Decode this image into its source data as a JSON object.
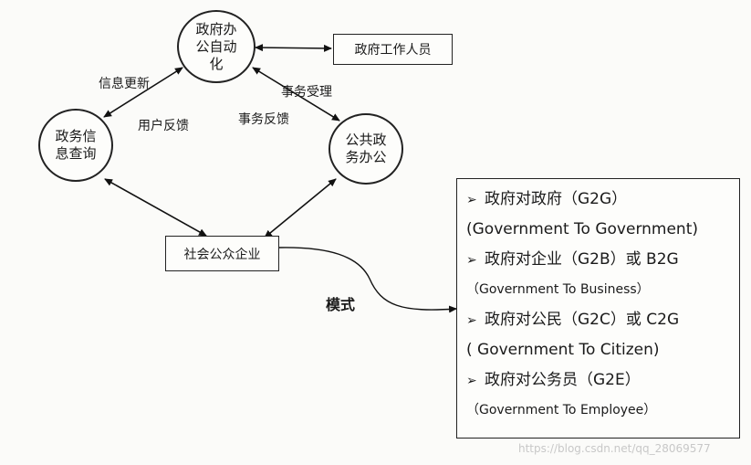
{
  "nodes": {
    "gov_office": "政府办\n公自动\n化",
    "gov_staff": "政府工作人员",
    "gov_info": "政务信\n息查询",
    "public_service": "公共政\n务办公",
    "society": "社会公众企业"
  },
  "edge_labels": {
    "info_update": "信息更新",
    "user_feedback": "用户反馈",
    "affairs_accept": "事务受理",
    "affairs_feedback": "事务反馈"
  },
  "modes": {
    "title": "模式",
    "items": [
      {
        "marker": "➢",
        "text": "政府对政府（G2G）",
        "style": "large"
      },
      {
        "marker": "",
        "text": "(Government To Government)",
        "style": "large"
      },
      {
        "marker": "➢",
        "text": "政府对企业（G2B）或 B2G",
        "style": "large"
      },
      {
        "marker": "",
        "text": "（Government To Business）",
        "style": "small"
      },
      {
        "marker": "➢",
        "text": "政府对公民（G2C）或 C2G",
        "style": "large"
      },
      {
        "marker": "",
        "text": "( Government To Citizen)",
        "style": "large"
      },
      {
        "marker": "➢",
        "text": "政府对公务员（G2E）",
        "style": "large"
      },
      {
        "marker": "",
        "text": "（Government To Employee）",
        "style": "small"
      }
    ]
  },
  "watermark": "https://blog.csdn.net/qq_28069577"
}
